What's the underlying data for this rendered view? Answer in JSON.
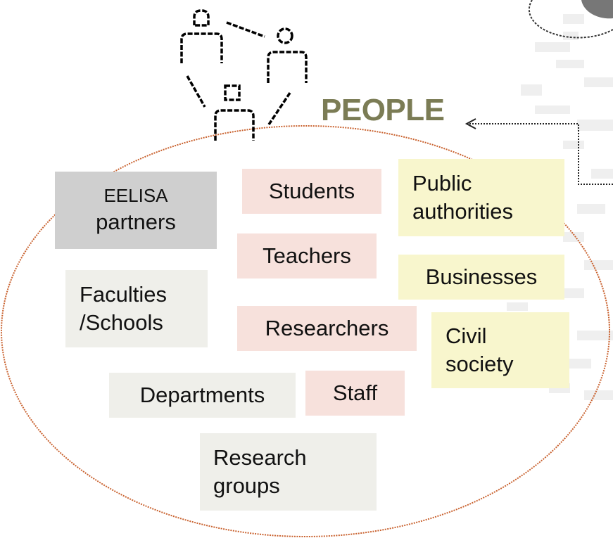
{
  "title": "PEOPLE",
  "colors": {
    "ellipse_border": "#c9622f",
    "title": "#7b7c55",
    "pink_box": "#f7e1dc",
    "gray_box": "#efefea",
    "yellow_box": "#f8f6cd",
    "partner_box": "#cfcfcf"
  },
  "icon": "people-network-icon",
  "boxes": {
    "eelisa": {
      "line1": "EELISA",
      "line2": "partners"
    },
    "students": "Students",
    "teachers": "Teachers",
    "researchers": "Researchers",
    "staff": "Staff",
    "public_authorities": {
      "line1": "Public",
      "line2": "authorities"
    },
    "businesses": "Businesses",
    "civil_society": {
      "line1": "Civil",
      "line2": "society"
    },
    "faculties": {
      "line1": "Faculties",
      "line2": "/Schools"
    },
    "departments": "Departments",
    "research_groups": {
      "line1": "Research",
      "line2": "groups"
    }
  }
}
